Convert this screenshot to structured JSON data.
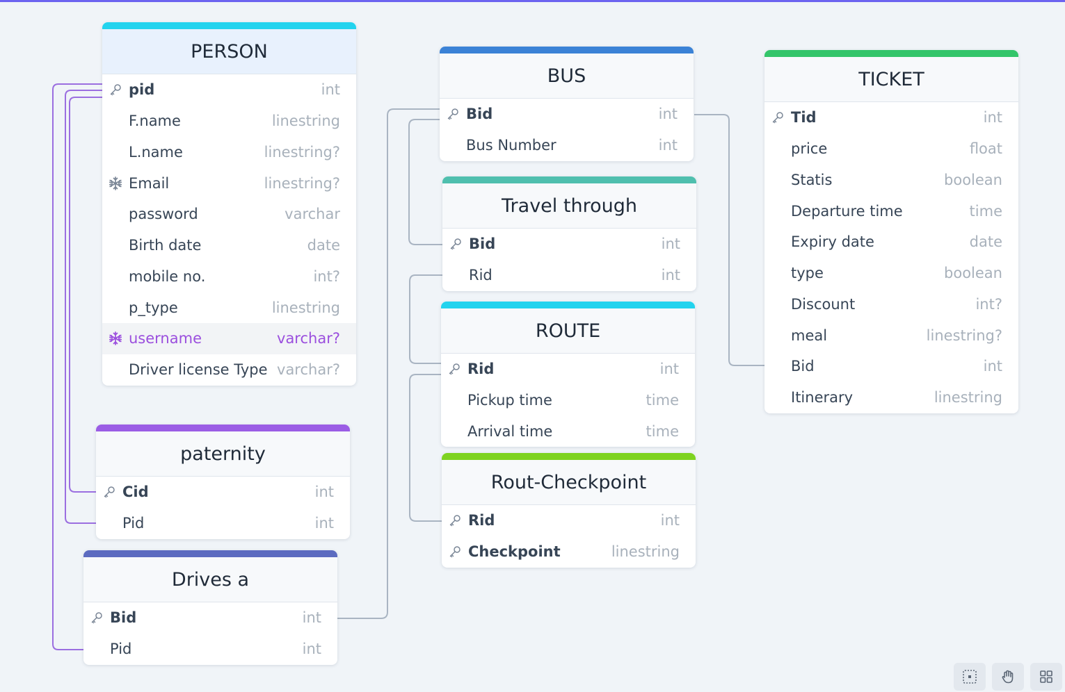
{
  "colors": {
    "accent_line": "#6c63f0",
    "link_purple": "#9b6ee0",
    "link_gray": "#a9b4c2"
  },
  "tables": {
    "person": {
      "title": "PERSON",
      "color": "#22d3ee",
      "rows": [
        {
          "name": "pid",
          "type": "int",
          "icon": "key-icon"
        },
        {
          "name": "F.name",
          "type": "linestring"
        },
        {
          "name": "L.name",
          "type": "linestring?"
        },
        {
          "name": "Email",
          "type": "linestring?",
          "icon": "snowflake-icon"
        },
        {
          "name": "password",
          "type": "varchar"
        },
        {
          "name": "Birth date",
          "type": "date"
        },
        {
          "name": "mobile no.",
          "type": "int?"
        },
        {
          "name": "p_type",
          "type": "linestring"
        },
        {
          "name": "username",
          "type": "varchar?",
          "icon": "snowflake-icon"
        },
        {
          "name": "Driver license Type",
          "type": "varchar?"
        }
      ]
    },
    "paternity": {
      "title": "paternity",
      "color": "#9b5de5",
      "rows": [
        {
          "name": "Cid",
          "type": "int",
          "icon": "key-icon"
        },
        {
          "name": "Pid",
          "type": "int"
        }
      ]
    },
    "drives": {
      "title": "Drives a",
      "color": "#5c6bc0",
      "rows": [
        {
          "name": "Bid",
          "type": "int",
          "icon": "key-icon"
        },
        {
          "name": "Pid",
          "type": "int"
        }
      ]
    },
    "bus": {
      "title": "BUS",
      "color": "#3b82d6",
      "rows": [
        {
          "name": "Bid",
          "type": "int",
          "icon": "key-icon"
        },
        {
          "name": "Bus Number",
          "type": "int"
        }
      ]
    },
    "travel": {
      "title": "Travel through",
      "color": "#4fbfae",
      "rows": [
        {
          "name": "Bid",
          "type": "int",
          "icon": "key-icon"
        },
        {
          "name": "Rid",
          "type": "int"
        }
      ]
    },
    "route": {
      "title": "ROUTE",
      "color": "#22d3ee",
      "rows": [
        {
          "name": "Rid",
          "type": "int",
          "icon": "key-icon"
        },
        {
          "name": "Pickup time",
          "type": "time"
        },
        {
          "name": "Arrival time",
          "type": "time"
        }
      ]
    },
    "checkpoint": {
      "title": "Rout-Checkpoint",
      "color": "#7ed321",
      "rows": [
        {
          "name": "Rid",
          "type": "int",
          "icon": "key-icon"
        },
        {
          "name": "Checkpoint",
          "type": "linestring",
          "icon": "key-icon"
        }
      ]
    },
    "ticket": {
      "title": "TICKET",
      "color": "#34c56a",
      "rows": [
        {
          "name": "Tid",
          "type": "int",
          "icon": "key-icon"
        },
        {
          "name": "price",
          "type": "float"
        },
        {
          "name": "Statis",
          "type": "boolean"
        },
        {
          "name": "Departure time",
          "type": "time"
        },
        {
          "name": "Expiry date",
          "type": "date"
        },
        {
          "name": "type",
          "type": "boolean"
        },
        {
          "name": "Discount",
          "type": "int?"
        },
        {
          "name": "meal",
          "type": "linestring?"
        },
        {
          "name": "Bid",
          "type": "int"
        },
        {
          "name": "Itinerary",
          "type": "linestring"
        }
      ]
    }
  },
  "controls": [
    "fit-view-icon",
    "hand-icon",
    "grid-layout-icon"
  ]
}
